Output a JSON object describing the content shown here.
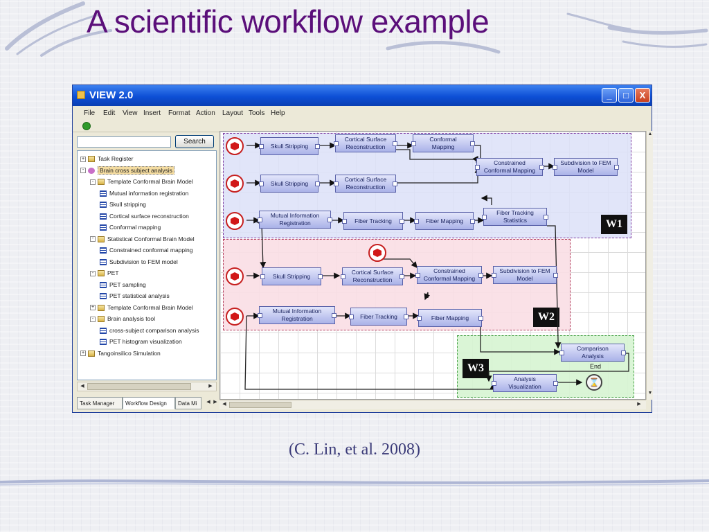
{
  "slide": {
    "title": "A scientific workflow example",
    "citation": "(C. Lin, et al. 2008)"
  },
  "window": {
    "title": "VIEW 2.0",
    "controls": {
      "minimize": "_",
      "maximize": "□",
      "close": "X"
    }
  },
  "menu": [
    "File",
    "Edit",
    "View",
    "Insert",
    "Format",
    "Action",
    "Layout",
    "Tools",
    "Help"
  ],
  "search": {
    "button_label": "Search",
    "value": ""
  },
  "tree": [
    {
      "label": "Task Register",
      "expander": "+",
      "icon": "folder"
    },
    {
      "label": "Brain cross subject analysis",
      "expander": "-",
      "icon": "brain",
      "selected": true
    },
    {
      "label": "Template Conformal Brain Model",
      "expander": "-",
      "icon": "folder"
    },
    {
      "label": "Mutual information registration",
      "icon": "doc"
    },
    {
      "label": "Skull stripping",
      "icon": "doc"
    },
    {
      "label": "Cortical surface reconstruction",
      "icon": "doc"
    },
    {
      "label": "Conformal mapping",
      "icon": "doc"
    },
    {
      "label": "Statistical Conformal Brain Model",
      "expander": "-",
      "icon": "folder"
    },
    {
      "label": "Constrained conformal mapping",
      "icon": "doc"
    },
    {
      "label": "Subdivision to FEM model",
      "icon": "doc"
    },
    {
      "label": "PET",
      "expander": "-",
      "icon": "folder"
    },
    {
      "label": "PET sampling",
      "icon": "doc"
    },
    {
      "label": "PET statistical analysis",
      "icon": "doc"
    },
    {
      "label": "Template Conformal Brain Model",
      "expander": "+",
      "icon": "folder"
    },
    {
      "label": "Brain analysis tool",
      "expander": "-",
      "icon": "folder"
    },
    {
      "label": "cross-subject comparison analysis",
      "icon": "doc"
    },
    {
      "label": "PET histogram visualization",
      "icon": "doc"
    },
    {
      "label": "Tangoinsilico Simulation",
      "expander": "+",
      "icon": "folder"
    }
  ],
  "tabs": [
    "Task Manager",
    "Workflow Design",
    "Data Mi"
  ],
  "workflow": {
    "regions": [
      {
        "id": "w1",
        "label": "W1"
      },
      {
        "id": "w2",
        "label": "W2"
      },
      {
        "id": "w3",
        "label": "W3"
      }
    ],
    "nodes": {
      "skull1": "Skull Stripping",
      "cortical1": "Cortical Surface Reconstruction",
      "conformal": "Conformal Mapping",
      "constrained1": "Constrained Conformal Mapping",
      "subdivision1": "Subdivision to FEM Model",
      "skull2": "Skull Stripping",
      "cortical2": "Cortical Surface Reconstruction",
      "mutual1": "Mutual Information Registration",
      "fiber1": "Fiber Tracking",
      "fibermap1": "Fiber Mapping",
      "fiberstats": "Fiber Tracking Statistics",
      "skull3": "Skull Stripping",
      "cortical3": "Cortical Surface Reconstruction",
      "constrained2": "Constrained Conformal Mapping",
      "subdivision2": "Subdivision to FEM Model",
      "mutual2": "Mutual Information Registration",
      "fiber2": "Fiber Tracking",
      "fibermap2": "Fiber Mapping",
      "comparison": "Comparison Analysis",
      "visualization": "Analysis Visualization"
    },
    "end_label": "End"
  },
  "colors": {
    "title": "#5b0f7a",
    "w1_border": "#7e3aa0",
    "w2_border": "#b23a5a",
    "w3_border": "#46a046",
    "node_border": "#5961a8"
  }
}
